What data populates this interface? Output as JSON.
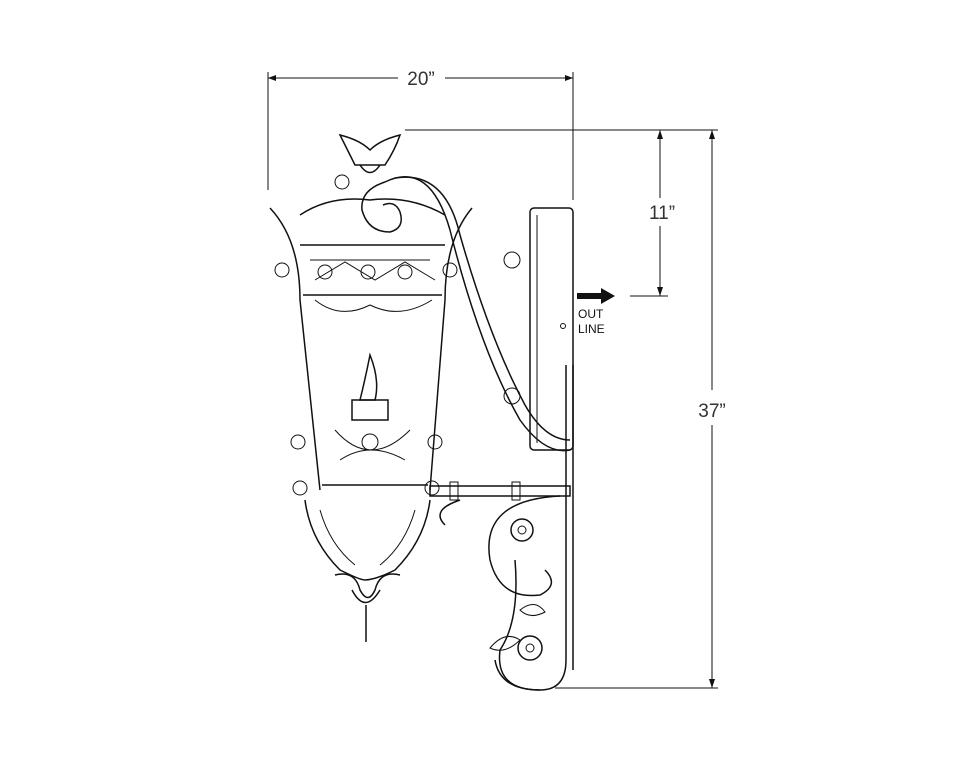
{
  "dimensions": {
    "width_label": "20”",
    "arm_height_label": "11”",
    "total_height_label": "37”"
  },
  "outlet_note": {
    "line1": "OUT",
    "line2": "LINE"
  }
}
